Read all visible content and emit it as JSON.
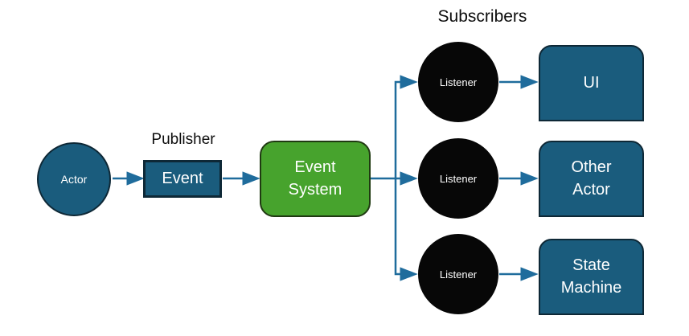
{
  "diagram": {
    "section_labels": {
      "publisher": "Publisher",
      "subscribers": "Subscribers"
    },
    "nodes": {
      "actor": {
        "label": "Actor",
        "shape": "circle"
      },
      "event": {
        "label": "Event",
        "shape": "rectangle"
      },
      "event_system": {
        "label": "Event System",
        "shape": "rounded-rectangle"
      },
      "listeners": [
        {
          "label": "Listener",
          "shape": "circle"
        },
        {
          "label": "Listener",
          "shape": "circle"
        },
        {
          "label": "Listener",
          "shape": "circle"
        }
      ],
      "ui": {
        "label": "UI",
        "shape": "round-top-rectangle"
      },
      "other_actor": {
        "label": "Other Actor",
        "shape": "round-top-rectangle"
      },
      "state_machine": {
        "label": "State Machine",
        "shape": "round-top-rectangle"
      }
    },
    "edges": [
      {
        "from": "actor",
        "to": "event"
      },
      {
        "from": "event",
        "to": "event_system"
      },
      {
        "from": "event_system",
        "to": "listener-1"
      },
      {
        "from": "event_system",
        "to": "listener-2"
      },
      {
        "from": "event_system",
        "to": "listener-3"
      },
      {
        "from": "listener-1",
        "to": "ui"
      },
      {
        "from": "listener-2",
        "to": "other_actor"
      },
      {
        "from": "listener-3",
        "to": "state_machine"
      }
    ],
    "colors": {
      "teal": "#1A5C7D",
      "green": "#47A32D",
      "green_border": "#203A12",
      "node_black": "#070707",
      "border_dark": "#0E2836",
      "arrow": "#1F6C9C",
      "text_light": "#FFFFFF",
      "text_dark": "#0D0D0D"
    }
  }
}
